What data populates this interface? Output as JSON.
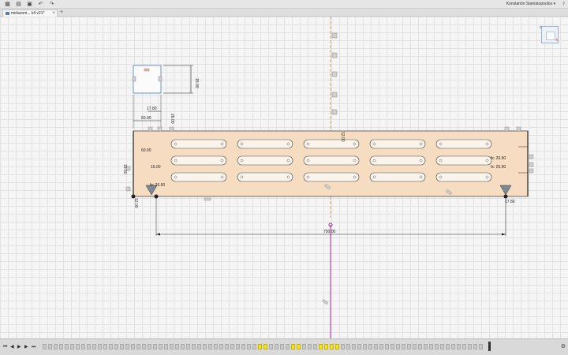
{
  "app": {
    "user_name": "Konstantin Stamatopoulos ▾",
    "help_icon": "help-icon"
  },
  "tabs": [
    {
      "label": "melasom... k4 v21*",
      "active": true
    }
  ],
  "canvas": {
    "dimensions": {
      "box_height": "15.00",
      "offset_a": "17.80",
      "offset_b": "60.00",
      "offset_c": "60.00",
      "left_height": "15.50",
      "left_inner": "15.00",
      "fix_left": "fx: 26.50",
      "fix_right_top": "fx: 26.50",
      "fix_right_bottom": "fx: 26.50",
      "vert_left": "12.00",
      "right_small": "17.80",
      "center_small": "12.00",
      "overall_length": "750.00",
      "top_left_vert": "26.00"
    },
    "slot_rows": 3,
    "slot_columns": 5
  },
  "timeline": {
    "controls": [
      "rewind",
      "step-back",
      "play",
      "step-forward",
      "fast-forward"
    ],
    "item_count": 80,
    "highlight_indices": [
      39,
      40,
      45,
      46,
      50,
      51,
      52,
      53
    ]
  },
  "colors": {
    "panel_fill": "#f6dcc0",
    "sketch_line": "#4a4a4a",
    "center_line": "#c78a3a",
    "origin_axis": "#a52a9a",
    "timeline_highlight": "#f5e31b"
  }
}
